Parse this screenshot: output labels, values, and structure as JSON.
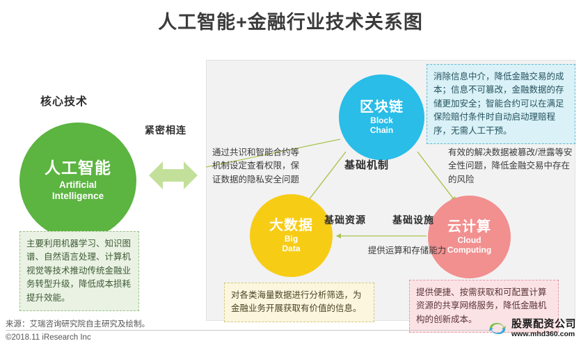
{
  "header": {
    "title": "人工智能+金融行业技术关系图"
  },
  "labels": {
    "core_tech": "核心技术",
    "closely_linked": "紧密相连",
    "base_mechanism": "基础机制",
    "base_resource": "基础资源",
    "base_facility": "基础设施"
  },
  "nodes": [
    {
      "id": "artificial-intelligence",
      "cn": "人工智能",
      "en": "Artificial\nIntelligence",
      "color": "#5cb441"
    },
    {
      "id": "block-chain",
      "cn": "区块链",
      "en": "Block\nChain",
      "color": "#29bde8"
    },
    {
      "id": "big-data",
      "cn": "大数据",
      "en": "Big\nData",
      "color": "#f7cc15"
    },
    {
      "id": "cloud-computing",
      "cn": "云计算",
      "en": "Cloud\nComputing",
      "color": "#f28f8f"
    }
  ],
  "callouts": {
    "ai": "主要利用机器学习、知识图谱、自然语言处理、计算机视觉等技术推动传统金融业务转型升级，降低成本损耗提升效能。",
    "blockchain": "消除信息中介，降低金融交易的成本；信息不可篡改，金融数据的存储更加安全；智能合约可以在满足保险赔付条件时自动启动理赔程序，无需人工干预。",
    "bigdata": "对各类海量数据进行分析筛选，为金融业务开展获取有价值的信息。",
    "cloud": "提供便捷、按需获取和可配置计算资源的共享网络服务，降低金融机构的创新成本。"
  },
  "connector_text": {
    "consensus": "通过共识和智能合约等机制设定查看权限，保证数据的隐私安全问题",
    "tamper": "有效的解决数据被篡改/泄露等安全性问题，降低金融交易中存在的风险",
    "compute_storage": "提供运算和存储能力"
  },
  "footer": {
    "source": "来源：艾瑞咨询研究院自主研究及绘制。",
    "copyright": "©2018.11 iResearch Inc"
  },
  "watermark": {
    "title": "股票配资公司",
    "url": "www.mhd360.com"
  }
}
